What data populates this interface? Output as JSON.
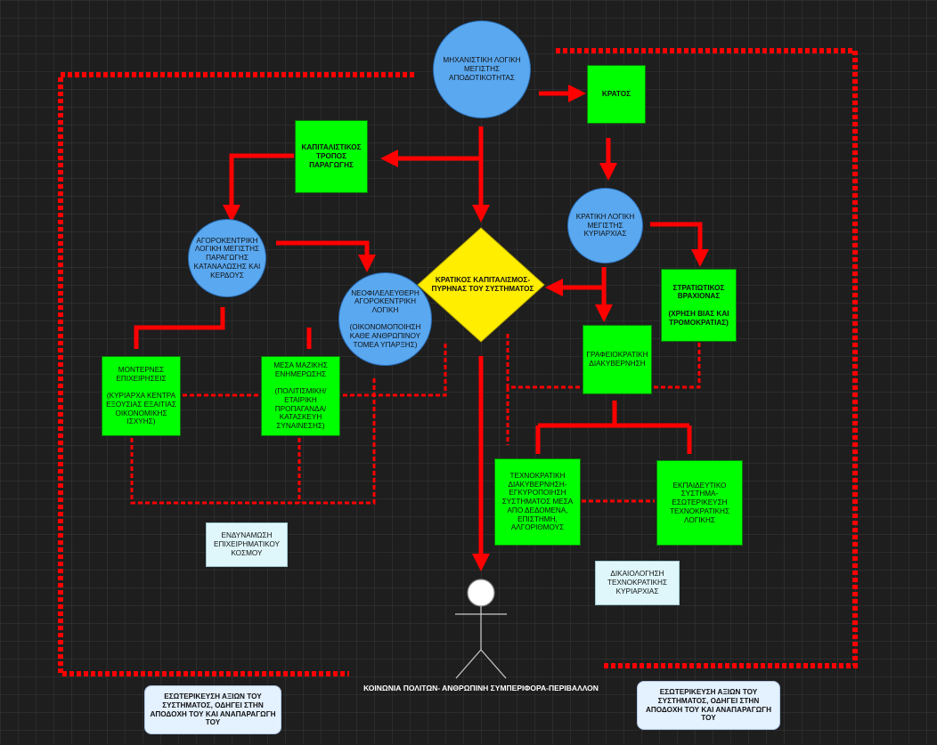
{
  "diagram": {
    "top_circle": "ΜΗΧΑΝΙΣΤΙΚΗ ΛΟΓΙΚΗ\nΜΕΓΙΣΤΗΣ\nΑΠΟΔΟΤΙΚΟΤΗΤΑΣ",
    "kratos": "ΚΡΑΤΟΣ",
    "kapitalistikos": "ΚΑΠΙΤΑΛΙΣΤΙΚΟΣ\nΤΡΟΠΟΣ\nΠΑΡΑΓΩΓΗΣ",
    "agorokentriki": "ΑΓΟΡΟΚΕΝΤΡΙΚΗ\nΛΟΓΙΚΗ ΜΕΓΙΣΤΗΣ\nΠΑΡΑΓΩΓΗΣ\nΚΑΤΑΝΑΛΩΣΗΣ ΚΑΙ\nΚΕΡΔΟΥΣ",
    "kratiki_logiki": "ΚΡΑΤΙΚΗ ΛΟΓΙΚΗ\nΜΕΓΙΣΤΗΣ\nΚΥΡΙΑΡΧΙΑΣ",
    "kratikos_kapitalismos": "ΚΡΑΤΙΚΟΣ ΚΑΠΙΤΑΛΙΣΜΟΣ-\nΠΥΡΗΝΑΣ ΤΟΥ ΣΥΣΤΗΜΑΤΟΣ",
    "neofileleftheri": "ΝΕΟΦΙΛΕΛΕΥΘΕΡΗ\nΑΓΟΡΟΚΕΝΤΡΙΚΗ\nΛΟΓΙΚΗ\n\n(ΟΙΚΟΝΟΜΟΠΟΙΗΣΗ\nΚΑΘΕ ΑΝΘΡΩΠΙΝΟΥ\nΤΟΜΕΑ ΥΠΑΡΞΗΣ)",
    "stratiotikos": "ΣΤΡΑΤΙΩΤΙΚΟΣ\nΒΡΑΧΙΟΝΑΣ\n\n(ΧΡΗΣΗ ΒΙΑΣ ΚΑΙ\nΤΡΟΜΟΚΡΑΤΙΑΣ)",
    "grafeiokratiki": "ΓΡΑΦΕΙΟΚΡΑΤΙΚΗ\nΔΙΑΚΥΒΕΡΝΗΣΗ",
    "monternes": "ΜΟΝΤΕΡΝΕΣ\nΕΠΙΧΕΙΡΗΣΕΙΣ\n\n(ΚΥΡΙΑΡΧΑ ΚΕΝΤΡΑ\nΕΞΟΥΣΙΑΣ ΕΞΑΙΤΙΑΣ\nΟΙΚΟΝΟΜΙΚΗΣ\nΙΣΧΥΗΣ)",
    "mesa": "ΜΕΣΑ ΜΑΖΙΚΗΣ\nΕΝΗΜΕΡΩΣΗΣ\n\n(ΠΟΛΙΤΙΣΜΙΚΗ/\nΕΤΑΙΡΙΚΗ\nΠΡΟΠΑΓΑΝΔΑ/\nΚΑΤΑΣΚΕΥΗ\nΣΥΝΑΙΝΕΣΗΣ)",
    "technokratiki": "ΤΕΧΝΟΚΡΑΤΙΚΗ\nΔΙΑΚΥΒΕΡΝΗΣΗ-\nΕΓΚΥΡΟΠΟΙΗΣΗ\nΣΥΣΤΗΜΑΤΟΣ ΜΕΣΑ\nΑΠΟ ΔΕΔΟΜΕΝΑ,\nΕΠΙΣΤΗΜΗ,\nΑΛΓΟΡΙΘΜΟΥΣ",
    "ekpaideftiko": "ΕΚΠΑΙΔΕΥΤΙΚΟ\nΣΥΣΤΗΜΑ-\nΕΣΩΤΕΡΙΚΕΥΣΗ\nΤΕΧΝΟΚΡΑΤΙΚΗΣ\nΛΟΓΙΚΗΣ",
    "endynamosi": "ΕΝΔΥΝΑΜΩΣΗ\nΕΠΙΧΕΙΡΗΜΑΤΙΚΟΥ\nΚΟΣΜΟΥ",
    "dikaiologisi": "ΔΙΚΑΙΟΛΟΓΗΣΗ\nΤΕΧΝΟΚΡΑΤΙΚΗΣ\nΚΥΡΙΑΡΧΙΑΣ",
    "koinonia": "ΚΟΙΝΩΝΙΑ ΠΟΛΙΤΩΝ- ΑΝΘΡΩΠΙΝΗ ΣΥΜΠΕΡΙΦΟΡΑ-ΠΕΡΙΒΑΛΛΟΝ",
    "esoterikeusi_left": "ΕΣΩΤΕΡΙΚΕΥΣΗ ΑΞΙΩΝ ΤΟΥ\nΣΥΣΤΗΜΑΤΟΣ, ΟΔΗΓΕΙ ΣΤΗΝ\nΑΠΟΔΟΧΗ ΤΟΥ ΚΑΙ ΑΝΑΠΑΡΑΓΩΓΗ\nΤΟΥ",
    "esoterikeusi_right": "ΕΣΩΤΕΡΙΚΕΥΣΗ ΑΞΙΩΝ ΤΟΥ\nΣΥΣΤΗΜΑΤΟΣ, ΟΔΗΓΕΙ ΣΤΗΝ\nΑΠΟΔΟΧΗ ΤΟΥ ΚΑΙ ΑΝΑΠΑΡΑΓΩΓΗ\nΤΟΥ"
  },
  "colors": {
    "arrow": "#ff0000",
    "box_fill": "#00ff00",
    "circle_fill": "#5aa8f0",
    "diamond_fill": "#ffee00",
    "background": "#1e1e1e"
  }
}
